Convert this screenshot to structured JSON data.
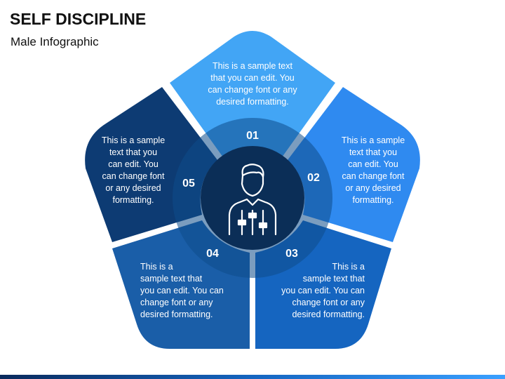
{
  "header": {
    "title": "SELF DISCIPLINE",
    "subtitle": "Male Infographic"
  },
  "segments": [
    {
      "number": "01",
      "lines": [
        "This is a sample text",
        "that you can edit. You",
        "can change font or any",
        "desired formatting."
      ],
      "color": "#42a5f5"
    },
    {
      "number": "02",
      "lines": [
        "This is a sample",
        "text that you",
        "can edit. You",
        "can change font",
        "or any desired",
        "formatting."
      ],
      "color": "#2f8af0"
    },
    {
      "number": "03",
      "lines": [
        "This is a",
        "sample text that",
        "you can edit. You can",
        "change font or any",
        "desired formatting."
      ],
      "color": "#1565c0"
    },
    {
      "number": "04",
      "lines": [
        "This is a",
        "sample text that",
        "you can edit. You can",
        "change font or any",
        "desired formatting."
      ],
      "color": "#1a5ea8"
    },
    {
      "number": "05",
      "lines": [
        "This is a sample",
        "text that you",
        "can edit. You",
        "can change font",
        "or any desired",
        "formatting."
      ],
      "color": "#0d3b73"
    }
  ],
  "center": {
    "icon": "male-adjustment-icon",
    "ring_color": "#0f4c8a",
    "circle_color": "#0b2e57"
  },
  "bottom_bar_colors": [
    "#0a2a5c",
    "#1565c0",
    "#3aa0ff"
  ]
}
